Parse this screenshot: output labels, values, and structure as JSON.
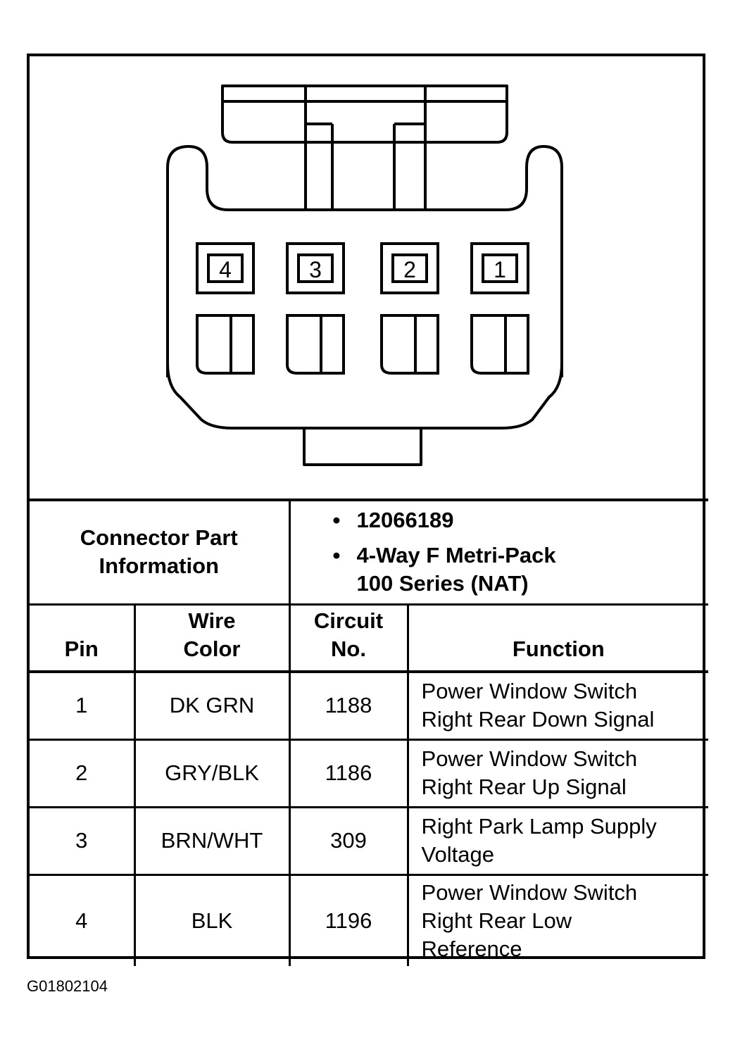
{
  "connector": {
    "cavity_labels": [
      "4",
      "3",
      "2",
      "1"
    ]
  },
  "part_info": {
    "label_line1": "Connector Part",
    "label_line2": "Information",
    "bullet": "•",
    "part_number": "12066189",
    "description_line1": "4-Way F Metri-Pack",
    "description_line2": "100 Series (NAT)"
  },
  "headers": {
    "pin": "Pin",
    "wire_color_line1": "Wire",
    "wire_color_line2": "Color",
    "circuit_line1": "Circuit",
    "circuit_line2": "No.",
    "function": "Function"
  },
  "rows": [
    {
      "pin": "1",
      "wire_color": "DK GRN",
      "circuit": "1188",
      "function": [
        "Power Window Switch",
        "Right Rear Down Signal"
      ]
    },
    {
      "pin": "2",
      "wire_color": "GRY/BLK",
      "circuit": "1186",
      "function": [
        "Power Window Switch",
        "Right Rear Up Signal"
      ]
    },
    {
      "pin": "3",
      "wire_color": "BRN/WHT",
      "circuit": "309",
      "function": [
        "Right Park Lamp Supply",
        "Voltage"
      ]
    },
    {
      "pin": "4",
      "wire_color": "BLK",
      "circuit": "1196",
      "function": [
        "Power Window Switch",
        "Right Rear Low",
        "Reference"
      ]
    }
  ],
  "figure_id": "G01802104"
}
